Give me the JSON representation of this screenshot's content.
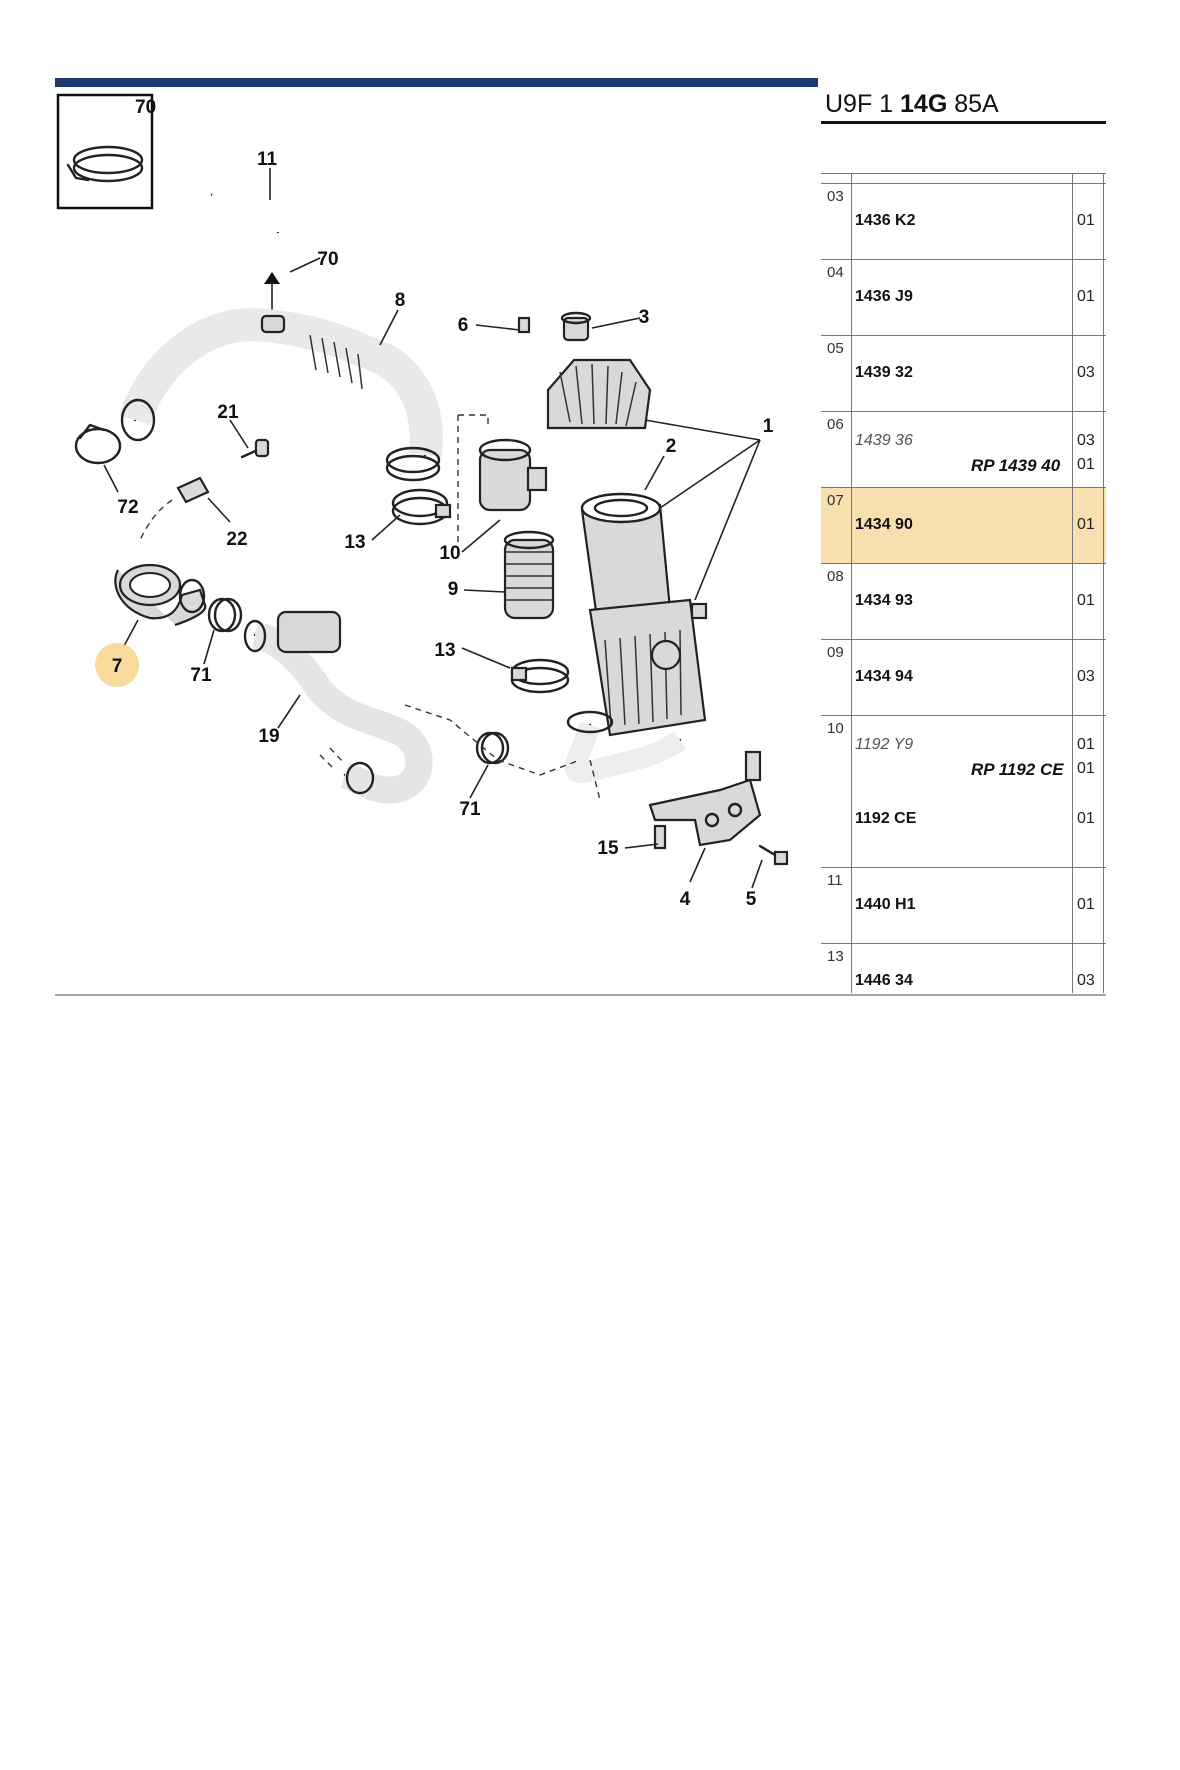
{
  "reference": {
    "prefix": "U9F 1 ",
    "bold": "14G",
    "suffix": " 85A"
  },
  "callouts": [
    "70",
    "11",
    "70",
    "8",
    "6",
    "3",
    "1",
    "2",
    "21",
    "72",
    "22",
    "13",
    "10",
    "9",
    "7",
    "71",
    "13",
    "19",
    "71",
    "15",
    "4",
    "5"
  ],
  "rows": [
    {
      "idx": "03",
      "lines": [
        {
          "text": "1436 K2",
          "style": "bold",
          "qty": "01"
        }
      ]
    },
    {
      "idx": "04",
      "lines": [
        {
          "text": "1436 J9",
          "style": "bold",
          "qty": "01"
        }
      ]
    },
    {
      "idx": "05",
      "lines": [
        {
          "text": "1439 32",
          "style": "bold",
          "qty": "03"
        }
      ]
    },
    {
      "idx": "06",
      "lines": [
        {
          "text": "1439 36",
          "style": "ital",
          "qty": "03"
        },
        {
          "text": "RP 1439 40",
          "style": "rp",
          "qty": "01"
        }
      ]
    },
    {
      "idx": "07",
      "highlight": true,
      "lines": [
        {
          "text": "1434 90",
          "style": "bold",
          "qty": "01"
        }
      ]
    },
    {
      "idx": "08",
      "lines": [
        {
          "text": "1434 93",
          "style": "bold",
          "qty": "01"
        }
      ]
    },
    {
      "idx": "09",
      "lines": [
        {
          "text": "1434 94",
          "style": "bold",
          "qty": "03"
        }
      ]
    },
    {
      "idx": "10",
      "lines": [
        {
          "text": "1192 Y9",
          "style": "ital",
          "qty": "01"
        },
        {
          "text": "RP 1192 CE",
          "style": "rp",
          "qty": "01"
        },
        {
          "text": "1192 CE",
          "style": "bold",
          "qty": "01"
        }
      ]
    },
    {
      "idx": "11",
      "lines": [
        {
          "text": "1440 H1",
          "style": "bold",
          "qty": "01"
        }
      ]
    },
    {
      "idx": "13",
      "lines": [
        {
          "text": "1446 34",
          "style": "bold",
          "qty": "03"
        }
      ]
    }
  ]
}
